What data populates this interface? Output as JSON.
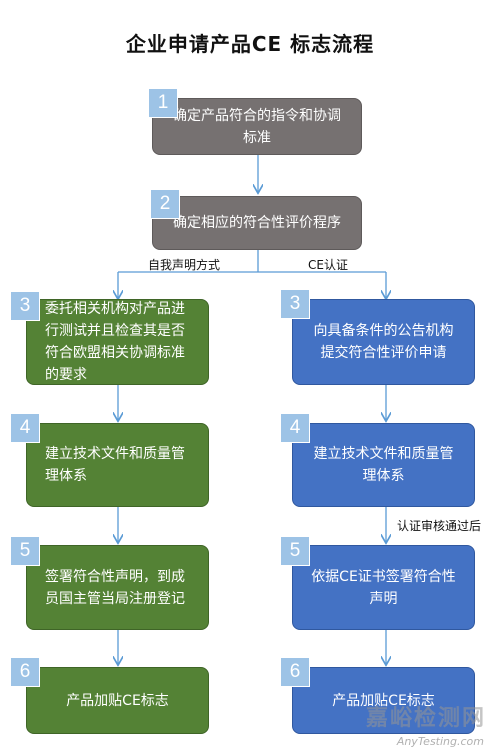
{
  "title": "企业申请产品CE 标志流程",
  "top_steps": [
    {
      "num": "1",
      "text": "确定产品符合的指令和协调标准"
    },
    {
      "num": "2",
      "text": "确定相应的符合性评价程序"
    }
  ],
  "branches": {
    "left_label": "自我声明方式",
    "right_label": "CE认证",
    "right_step5_label": "认证审核通过后"
  },
  "left_steps": [
    {
      "num": "3",
      "text": "委托相关机构对产品进行测试并且检查其是否符合欧盟相关协调标准的要求"
    },
    {
      "num": "4",
      "text": "建立技术文件和质量管理体系"
    },
    {
      "num": "5",
      "text": "签署符合性声明，到成员国主管当局注册登记"
    },
    {
      "num": "6",
      "text": "产品加贴CE标志"
    }
  ],
  "right_steps": [
    {
      "num": "3",
      "text": "向具备条件的公告机构提交符合性评价申请"
    },
    {
      "num": "4",
      "text": "建立技术文件和质量管理体系"
    },
    {
      "num": "5",
      "text": "依据CE证书签署符合性声明"
    },
    {
      "num": "6",
      "text": "产品加贴CE标志"
    }
  ],
  "watermark": {
    "cn": "嘉峪检测网",
    "en": "AnyTesting.com"
  },
  "colors": {
    "gray": "#767171",
    "green": "#548235",
    "blue": "#4472c4",
    "badge": "#9dc3e6",
    "arrow": "#5b9bd5"
  }
}
